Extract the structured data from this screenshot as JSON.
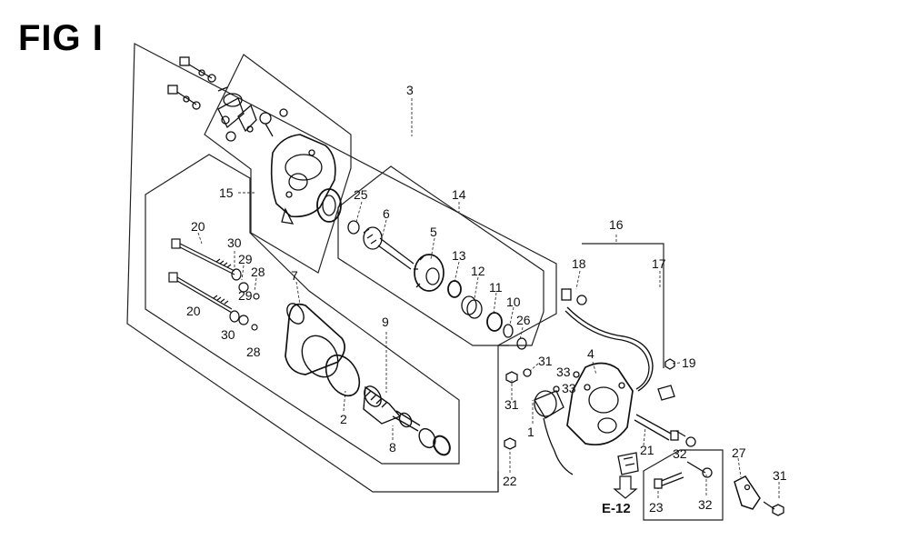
{
  "figure": {
    "title": "FIG I"
  },
  "callouts": {
    "c1": "1",
    "c2": "2",
    "c3": "3",
    "c4": "4",
    "c5": "5",
    "c6": "6",
    "c7": "7",
    "c8": "8",
    "c9": "9",
    "c10": "10",
    "c11": "11",
    "c12": "12",
    "c13": "13",
    "c14": "14",
    "c15": "15",
    "c16": "16",
    "c17": "17",
    "c18": "18",
    "c19": "19",
    "c20a": "20",
    "c20b": "20",
    "c21": "21",
    "c22": "22",
    "c23": "23",
    "c25": "25",
    "c26": "26",
    "c27": "27",
    "c28a": "28",
    "c28b": "28",
    "c29a": "29",
    "c29b": "29",
    "c30a": "30",
    "c30b": "30",
    "c31a": "31",
    "c31b": "31",
    "c31c": "31",
    "c32a": "32",
    "c32b": "32",
    "c33a": "33",
    "c33b": "33"
  },
  "reference": {
    "label": "E-12"
  }
}
